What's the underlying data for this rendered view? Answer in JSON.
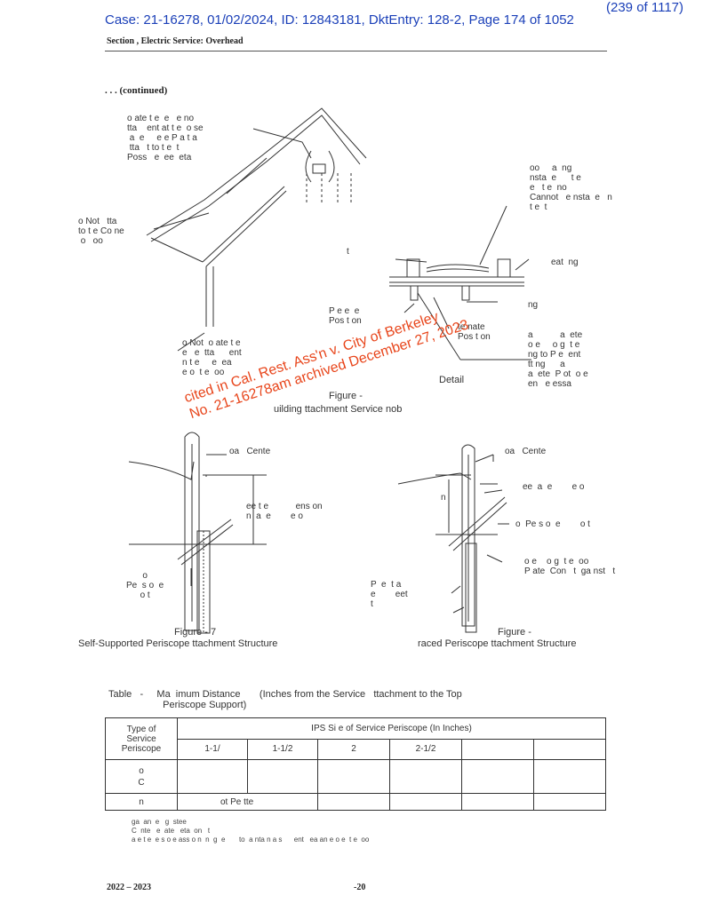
{
  "header": {
    "case_line": "Case: 21-16278, 01/02/2024, ID: 12843181, DktEntry: 128-2, Page 174 of 1052",
    "page_count": "(239 of 1117)",
    "section": "Section   , Electric Service: Overhead"
  },
  "continued": ". . . (continued)",
  "fig1_labels": {
    "locate_note": "o ate t e  e   e no\ntta    ent at t e  o se\n a  e     e e P a t a\n tta   t to t e  t\nPoss   e  ee  eta",
    "do_not_attach": "o Not   tta\nto t e Co ne\n o   oo",
    "do_not_locate": "o Not  o ate t e\ne   e  tta      ent\nn t e     e  ea\ne o  t e  oo"
  },
  "detail_labels": {
    "roofing_note": "oo     a  ng\nnsta  e      t e\ne   t e  no\nCannot   e nsta  e   n\nt e  t",
    "t_label": "t",
    "heating": "eat  ng",
    "ng": "ng",
    "preferred": "P e e  e\nPos t on",
    "alternate": "te nate\nPos t on",
    "right_note": "a           a  ete\no e     o g  t e\nng to P e  ent\ntt ng      a\na  ete  P ot  o e\nen   e essa",
    "detail": "Detail"
  },
  "fig_building": {
    "line1": "Figure   -",
    "line2": "uilding   ttachment Service   nob"
  },
  "fig7_labels": {
    "road_center": "oa   Cente",
    "clearance": "ee t e           ens on\nn  a  e        e o",
    "side_left": "o\nPe  s o  e\no t"
  },
  "fig_braced_labels": {
    "road_center": "oa   Cente",
    "fee_label": "ee  a  e        e o",
    "n_label": "n",
    "periscope": "o  Pe s o  e        o t",
    "roof_note": "o e    o g  t e  oo\nP ate  Con   t  ga nst   t",
    "plate": "P  e  t a\ne        eet\nt"
  },
  "fig7_caption": {
    "line1": "Figure   - 7",
    "line2": "Self-Supported Periscope   ttachment Structure"
  },
  "fig_braced_caption": {
    "line1": "Figure    -",
    "line2": "raced Periscope   ttachment Structure"
  },
  "watermark": "cited in Cal. Rest. Ass'n v. City of Berkeley\nNo. 21-16278am archived December 27, 2023",
  "table": {
    "title": "Table   -     Ma  imum Distance       (Inches from the Service   ttachment to the Top\n                    Periscope Support)",
    "col0_header": "Type of\nService\nPeriscope",
    "span_header": "IPS Si  e of Service Periscope (In Inches)",
    "sizes": [
      "1-1/",
      "1-1/2",
      "2",
      "2-1/2",
      "",
      ""
    ],
    "rows": [
      {
        "type": "o\nC",
        "cells": [
          "",
          "",
          "",
          "",
          "",
          ""
        ]
      },
      {
        "type": "n",
        "cells": [
          "ot Pe    tte",
          "",
          "",
          "",
          "",
          ""
        ]
      }
    ]
  },
  "footnotes": [
    "ga  an  e   g  stee",
    "C  nte   e  ate   eta  on   t",
    "a e t e  e s o e ass o n  n  g  e       to  a nta n a s      ent   ea an e o e  t e  oo"
  ],
  "footer": {
    "years": "2022 – 2023",
    "page": "-20"
  }
}
